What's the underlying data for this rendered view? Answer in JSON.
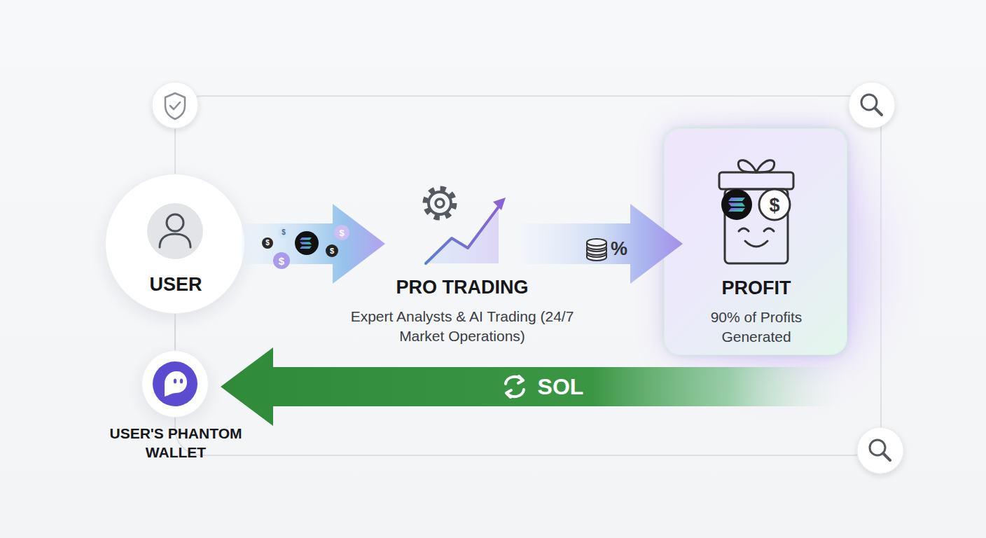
{
  "diagram": {
    "nodes": [
      {
        "text": [
          "USER"
        ]
      },
      {
        "text": [
          "PRO TRADING",
          "Expert Analysts & AI Trading (24/7 Market Operations)"
        ]
      },
      {
        "text": [
          "PROFIT",
          "90% of Profits Generated"
        ]
      },
      {
        "text": [
          "USER'S PHANTOM WALLET"
        ]
      }
    ],
    "edges": [
      {
        "from": 0,
        "to": 1,
        "arrow": "to"
      },
      {
        "from": 1,
        "to": 2,
        "arrow": "to"
      },
      {
        "from": 2,
        "to": 3,
        "label": "SOL",
        "arrow": "to"
      },
      {
        "from": 0,
        "to": 3,
        "arrow": "none"
      }
    ],
    "labels": [
      "$",
      "$",
      "$",
      "$",
      "$",
      "%",
      "$"
    ]
  }
}
